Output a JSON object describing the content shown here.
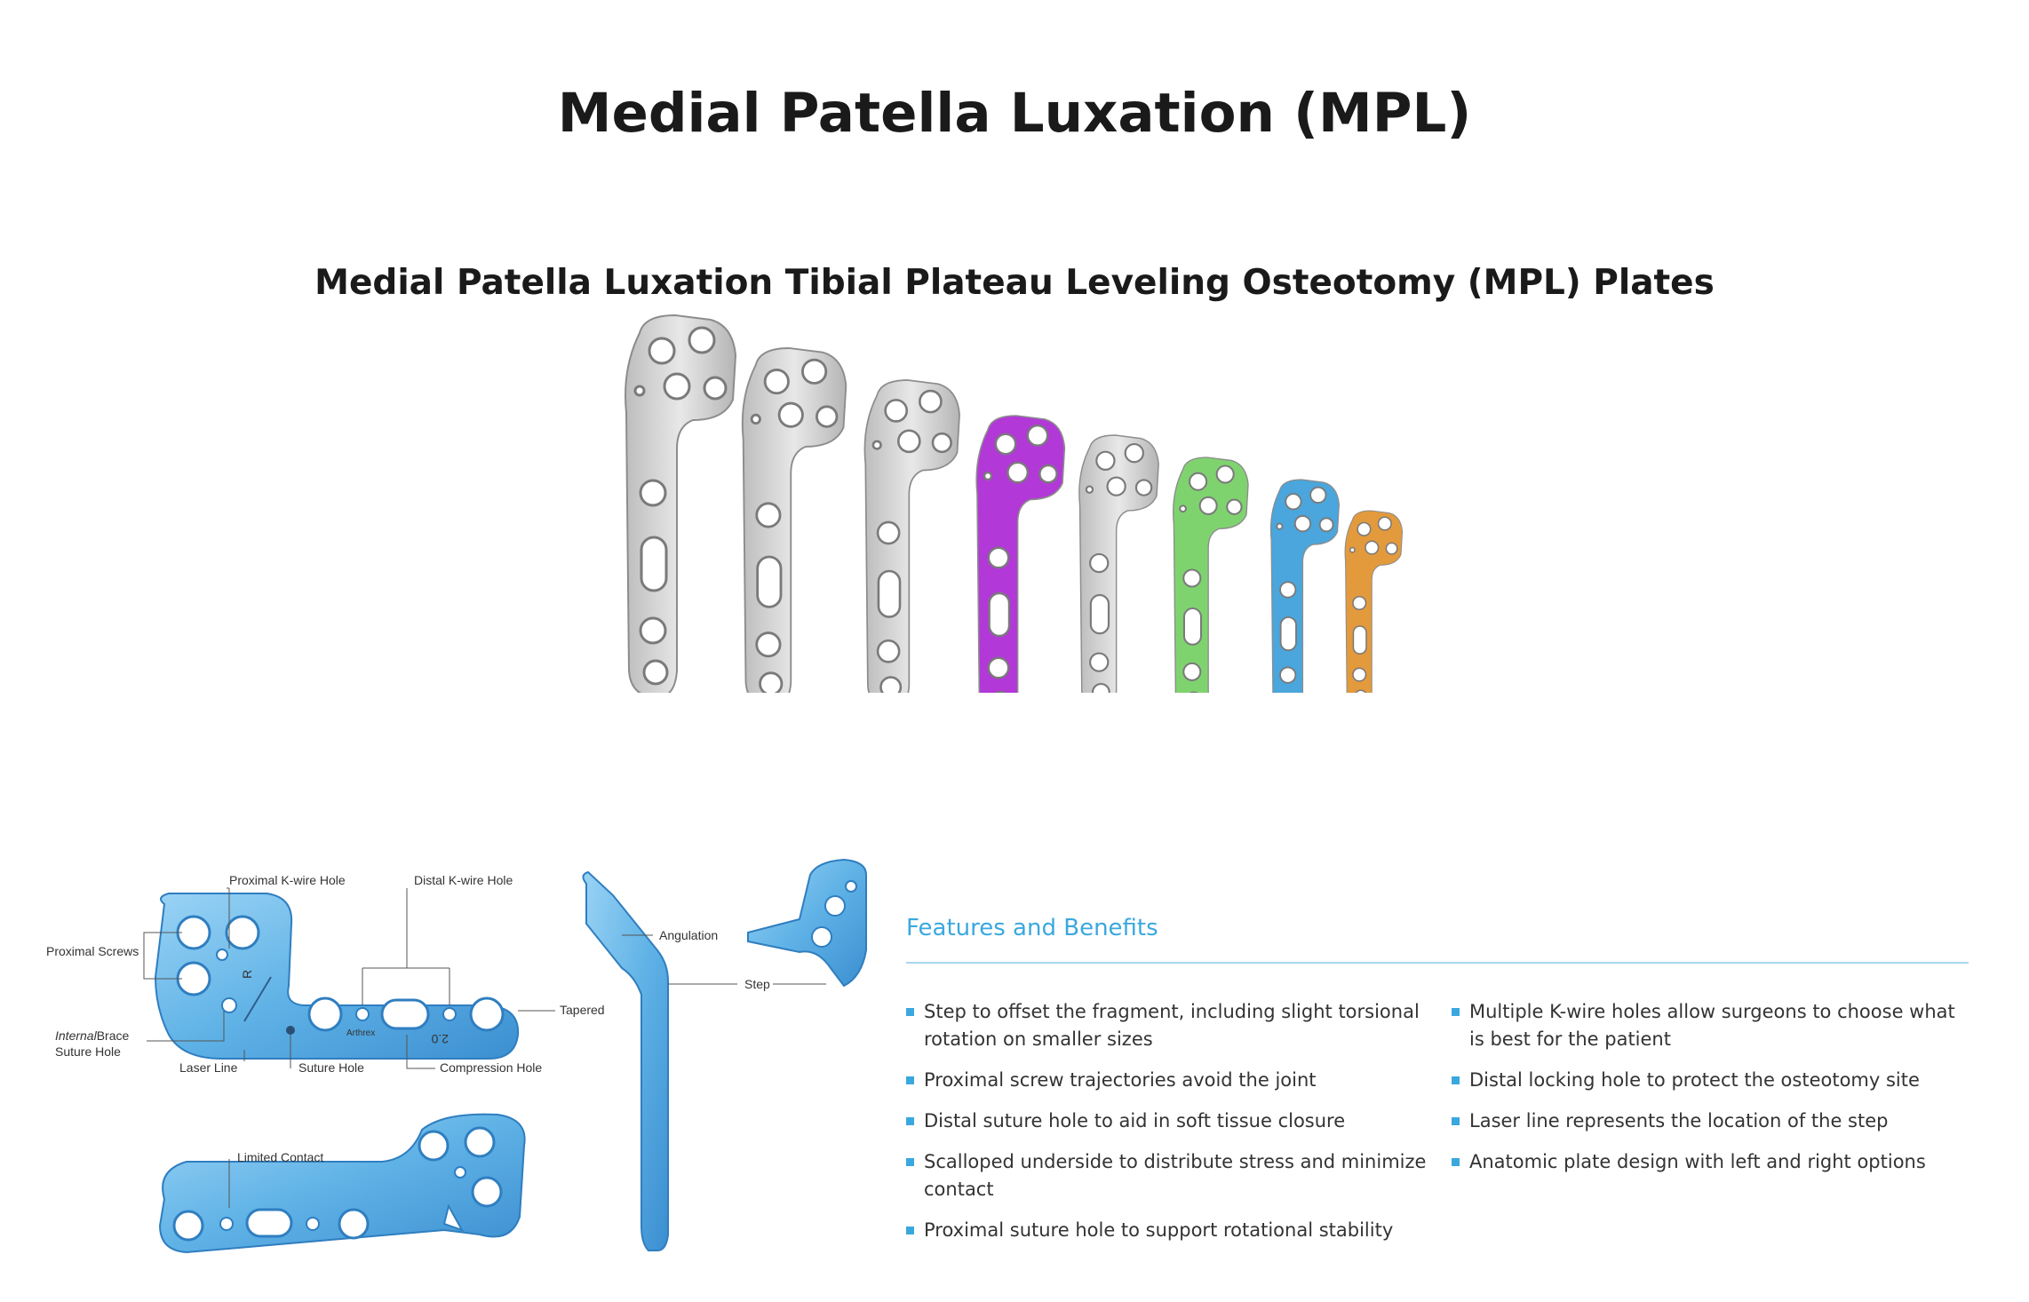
{
  "page": {
    "title": "Medial Patella Luxation (MPL)"
  },
  "figure": {
    "title": "Medial Patella Luxation Tibial Plateau Leveling Osteotomy (MPL) Plates",
    "plate_colors": [
      "#cfcfcf",
      "#cfcfcf",
      "#cfcfcf",
      "#b238d8",
      "#cfcfcf",
      "#7fd36f",
      "#4aa6dc",
      "#e39a3c"
    ]
  },
  "diagram": {
    "labels": {
      "proximal_kwire_hole": "Proximal K-wire Hole",
      "distal_kwire_hole": "Distal K-wire Hole",
      "proximal_screws": "Proximal Screws",
      "internal_brace_a": "Internal",
      "internal_brace_b": "Brace",
      "suture_hole_line2": "Suture Hole",
      "laser_line": "Laser Line",
      "suture_hole": "Suture Hole",
      "compression_hole": "Compression Hole",
      "tapered": "Tapered",
      "angulation": "Angulation",
      "step": "Step",
      "limited_contact": "Limited Contact"
    },
    "plate_marks": {
      "letter": "R",
      "size": "2.0",
      "brand": "Arthrex"
    },
    "accent_color": "#5fb2e6"
  },
  "features": {
    "title": "Features and Benefits",
    "left": [
      "Step to offset the fragment, including slight torsional rotation on smaller sizes",
      "Proximal screw trajectories avoid the joint",
      "Distal suture hole to aid in soft tissue closure",
      "Scalloped underside to distribute stress and minimize contact",
      "Proximal suture hole to support rotational stability"
    ],
    "right": [
      "Multiple K-wire holes allow surgeons to choose what is best for the patient",
      "Distal locking hole to protect the osteotomy site",
      "Laser line represents the location of the step",
      "Anatomic plate design with left and right options"
    ]
  }
}
